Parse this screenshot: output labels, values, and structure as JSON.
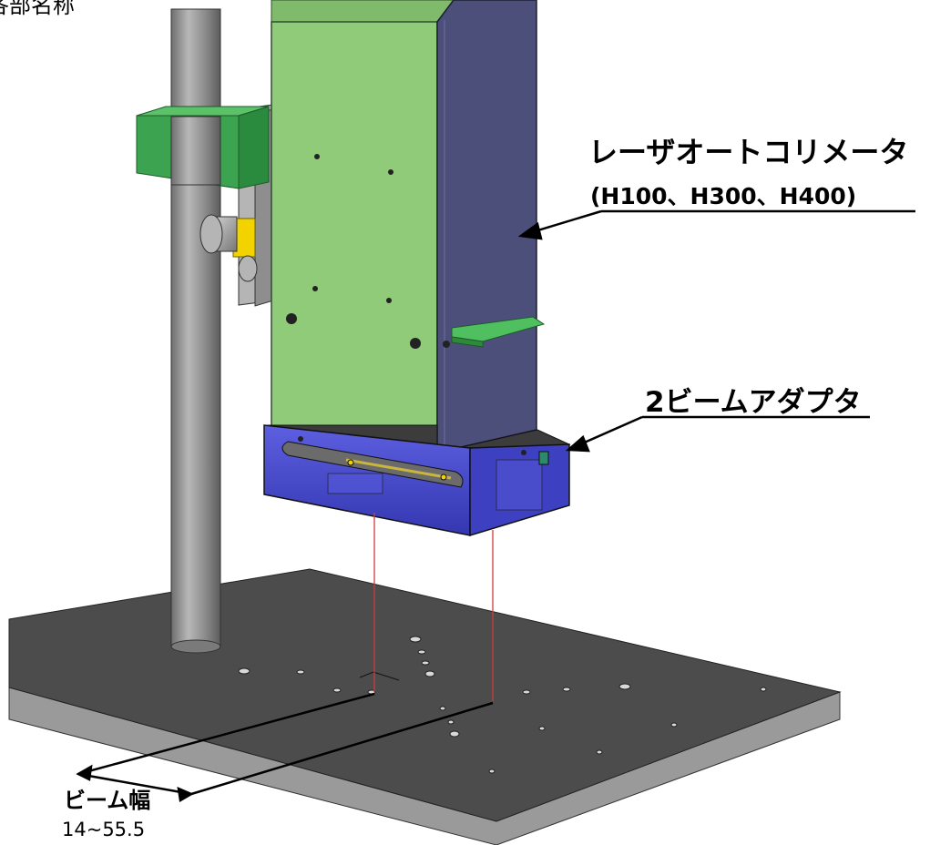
{
  "diagram": {
    "corner_title": "各部名称",
    "labels": {
      "collimator_name": "レーザオートコリメータ",
      "collimator_models": "(H100、H300、H400)",
      "adapter_name": "2ビームアダプタ",
      "beam_width_label": "ビーム幅",
      "beam_width_value": "14~55.5"
    },
    "colors": {
      "collimator_front": "#8fcb78",
      "collimator_side": "#4b4f7a",
      "clamp": "#3ca350",
      "pillar": "#8c8c8c",
      "base_top": "#4c4c4c",
      "base_side": "#9a9a9a",
      "adapter": "#3d40c0",
      "beam": "#d23a3a"
    }
  }
}
